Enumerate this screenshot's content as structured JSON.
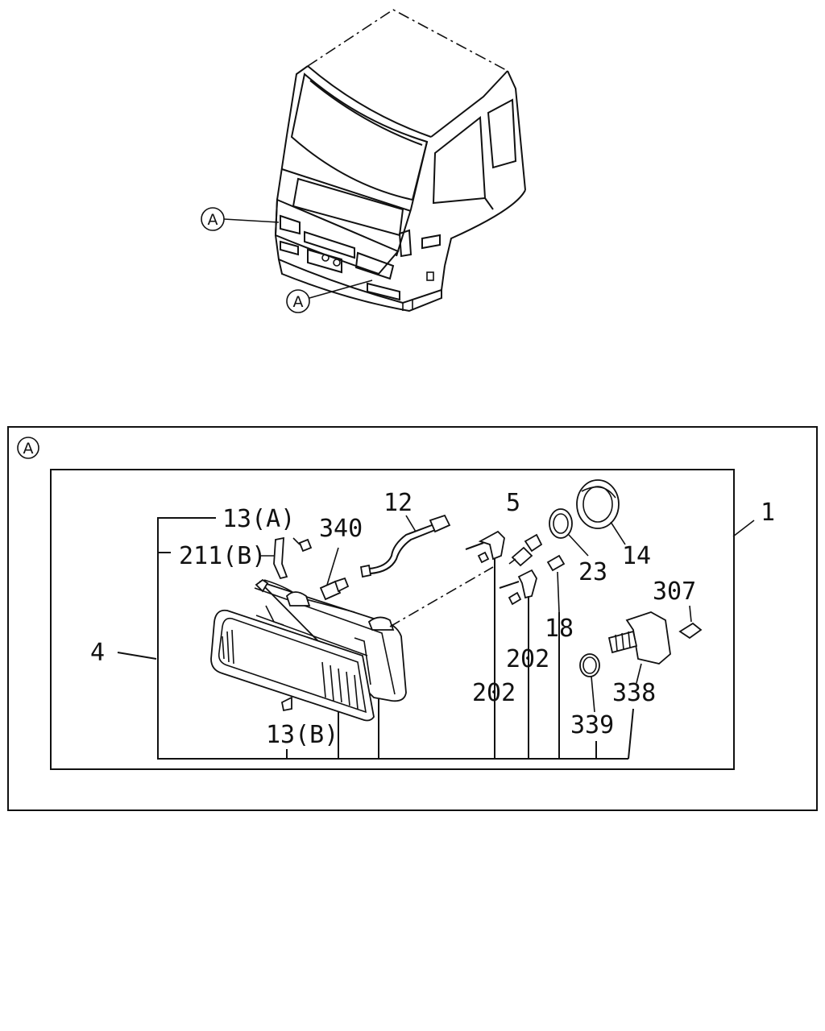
{
  "callouts": {
    "upper": "A",
    "lower": "A",
    "detail": "A"
  },
  "labels": {
    "p1": "1",
    "p4": "4",
    "p5": "5",
    "p12": "12",
    "p13a": "13(A)",
    "p13b": "13(B)",
    "p14": "14",
    "p18": "18",
    "p23": "23",
    "p202a": "202",
    "p202b": "202",
    "p211b": "211(B)",
    "p307": "307",
    "p338": "338",
    "p339": "339",
    "p340": "340"
  }
}
